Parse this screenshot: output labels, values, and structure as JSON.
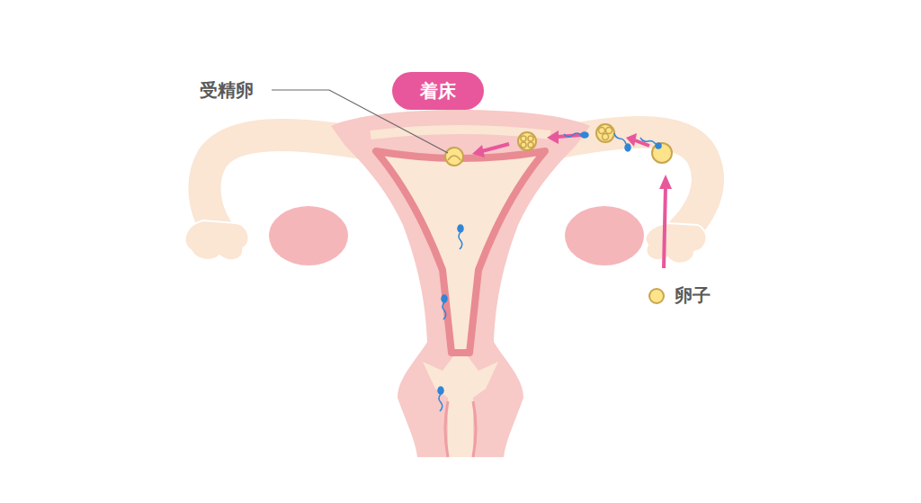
{
  "diagram": {
    "nodes": [
      {
        "text": [
          "着床"
        ]
      }
    ],
    "labels": [
      "受精卵"
    ],
    "legend": [
      {
        "text": "卵子",
        "color": "#fde38a"
      }
    ]
  }
}
